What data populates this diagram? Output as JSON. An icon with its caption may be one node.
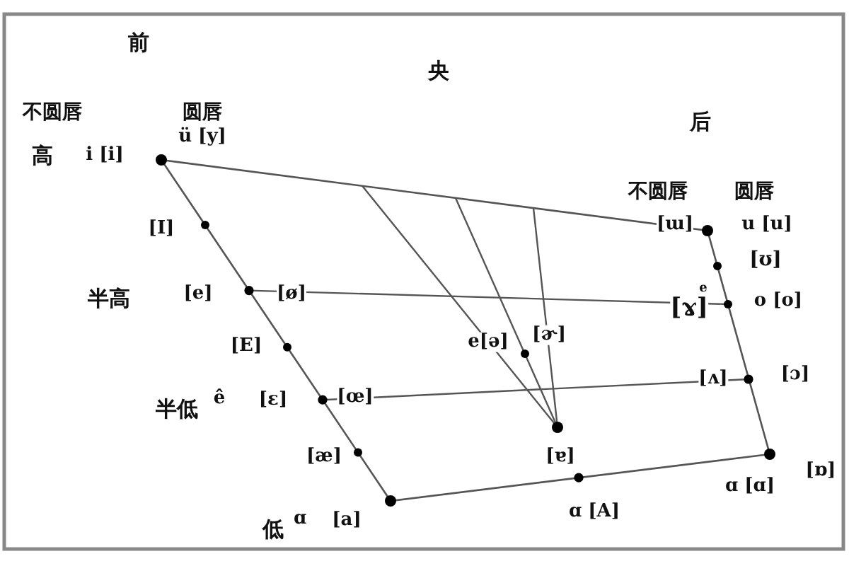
{
  "diagram": {
    "labels": [
      "前",
      "央",
      "后",
      "不圆唇",
      "圆唇",
      "ü [y]",
      "高",
      "i [i]",
      "不圆唇",
      "圆唇",
      "[I]",
      "[ɯ]",
      "u [u]",
      "[ʊ]",
      "半高",
      "[e]",
      "[ø]",
      "e",
      "[ɤ]",
      "o [o]",
      "[E]",
      "e[ə]",
      "[ɚ]",
      "[ʌ]",
      "[ɔ]",
      "半低",
      "ê",
      "[ɛ]",
      "[œ]",
      "[æ]",
      "[ɐ]",
      "[ɒ]",
      "ɑ [ɑ]",
      "ɑ [A]",
      "低",
      "ɑ",
      "[a]"
    ]
  }
}
